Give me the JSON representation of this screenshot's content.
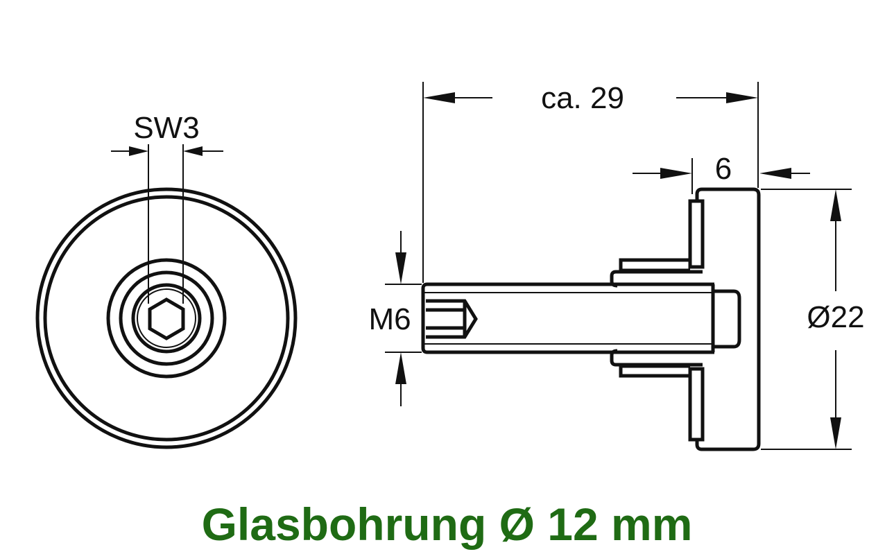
{
  "labels": {
    "wrench_size": "SW3",
    "total_length": "ca. 29",
    "head_thickness": "6",
    "thread": "M6",
    "diameter": "Ø22"
  },
  "title": "Glasbohrung Ø 12 mm",
  "colors": {
    "title": "#1f6b14",
    "lines": "#111111"
  }
}
